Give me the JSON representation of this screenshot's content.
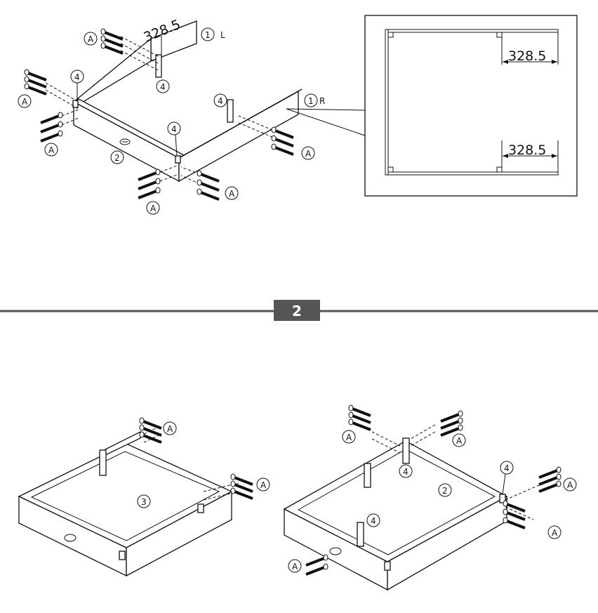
{
  "step": {
    "number": "2"
  },
  "dimensions": {
    "top_part": "328.5",
    "detail_top": "328.5",
    "detail_bottom": "328.5"
  },
  "parts": {
    "side_left": "1",
    "side_left_suffix": "L",
    "side_right": "1",
    "side_right_suffix": "R",
    "front": "2",
    "back": "3",
    "post": "4"
  },
  "hardware": {
    "screw": "A"
  },
  "colors": {
    "line": "#111111",
    "step_bg": "#555555",
    "rule": "#555555"
  }
}
